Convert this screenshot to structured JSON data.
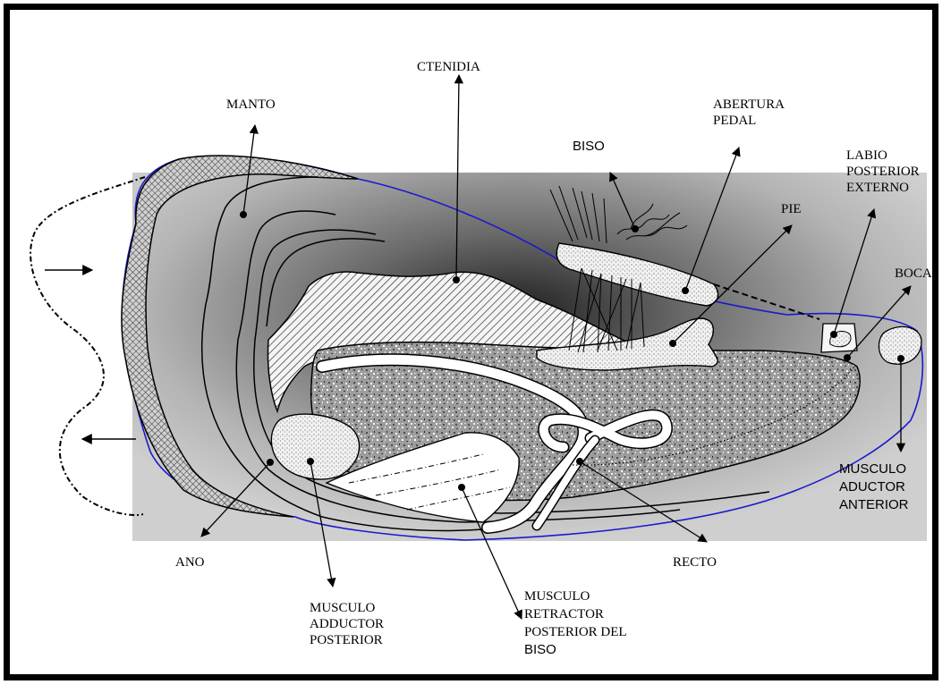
{
  "labels": {
    "ctenidia": "CTENIDIA",
    "manto": "MANTO",
    "abertura_pedal": [
      "ABERTURA",
      "PEDAL"
    ],
    "biso": "BISO",
    "labio": [
      "LABIO",
      "POSTERIOR",
      "EXTERNO"
    ],
    "pie": "PIE",
    "boca": "BOCA",
    "musculo_aductor_anterior": [
      "MUSCULO",
      "ADUCTOR",
      "ANTERIOR"
    ],
    "ano": "ANO",
    "recto": "RECTO",
    "musculo_adductor_posterior": [
      "MUSCULO",
      "ADDUCTOR",
      "POSTERIOR"
    ],
    "musculo_retractor": [
      "MUSCULO",
      "RETRACTOR",
      "POSTERIOR DEL",
      "BISO"
    ]
  }
}
